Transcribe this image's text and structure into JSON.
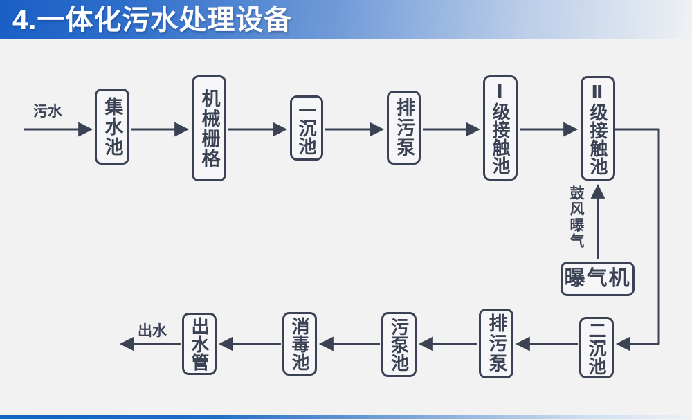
{
  "title": {
    "text": "4.一体化污水处理设备"
  },
  "diagram": {
    "inflow_label": "污水",
    "outflow_label": "出水",
    "top_row": [
      "集水池",
      "机械栅格",
      "一沉池",
      "排污泵",
      "Ⅰ级接触池",
      "Ⅱ级接触池"
    ],
    "bottom_row": [
      "二沉池",
      "排污泵",
      "污泵池",
      "消毒池",
      "出水管"
    ],
    "aerator": {
      "node": "曝气机",
      "arrow_label": "鼓风曝气"
    },
    "flow_direction_top": "left-to-right",
    "flow_direction_bottom": "right-to-left"
  },
  "colors": {
    "title_gradient_start": "#1a5fc6",
    "title_text": "#ffffff",
    "ink": "#3a4254",
    "background": "#f2f2f3",
    "footer_blue": "#1164bf"
  }
}
